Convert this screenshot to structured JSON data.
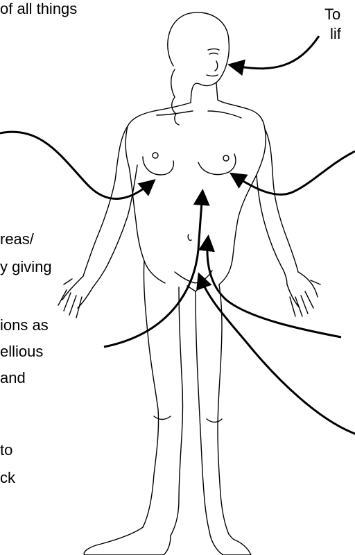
{
  "labels": {
    "top_left": "of all things",
    "top_right_1": "To",
    "top_right_2": "lif",
    "pancreas_1": "reas/",
    "pancreas_2": "y giving",
    "emotions_1": "ions as",
    "emotions_2": "ellious",
    "emotions_3": "and",
    "bottom_1": "to",
    "bottom_2": "ck"
  },
  "colors": {
    "ink": "#000000",
    "background": "#ffffff"
  }
}
